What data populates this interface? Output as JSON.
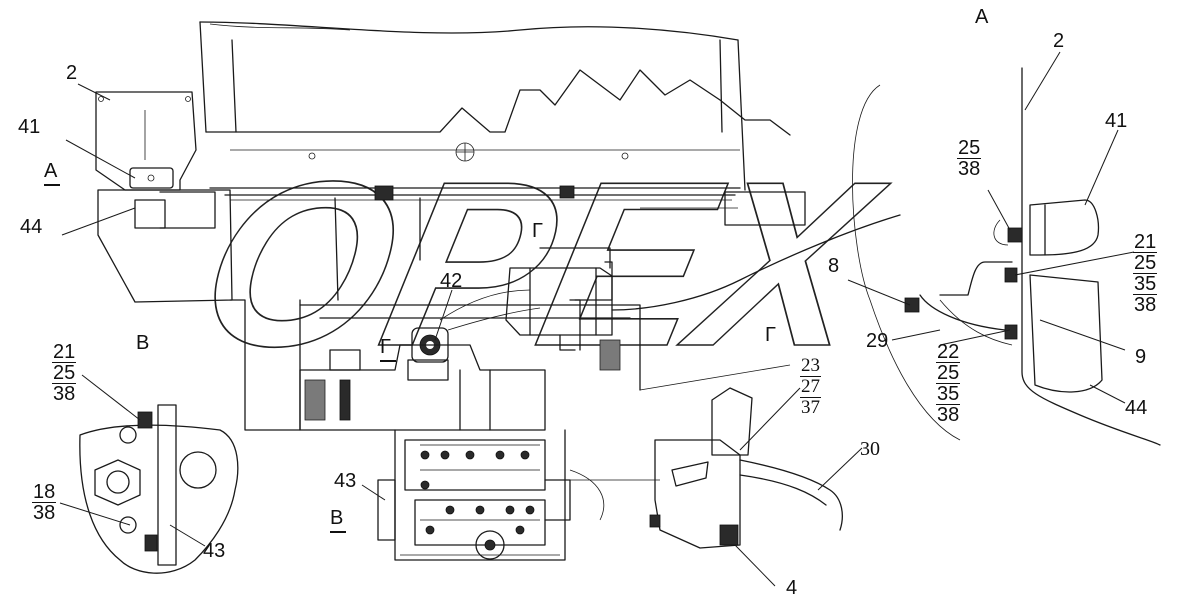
{
  "watermark": {
    "text": "OPEX"
  },
  "sections": {
    "a_top": "А",
    "a_left": "А",
    "v_left": "В",
    "v_bottom": "В",
    "g_center": "Г",
    "g_left": "Г",
    "g_right": "Г"
  },
  "labels": {
    "l2_left": "2",
    "l41_left": "41",
    "l44_left": "44",
    "l42": "42",
    "l43_center": "43",
    "l43_left": "43",
    "l2_right": "2",
    "l41_right": "41",
    "l8": "8",
    "l29": "29",
    "l9": "9",
    "l44_right": "44",
    "l30": "30",
    "l4": "4"
  },
  "stacks": {
    "s21_left": [
      "21",
      "25",
      "38"
    ],
    "s18_left": [
      "18",
      "38"
    ],
    "s25_right": [
      "25",
      "38"
    ],
    "s21_right": [
      "21",
      "25",
      "35",
      "38"
    ],
    "s22_right": [
      "22",
      "25",
      "35",
      "38"
    ],
    "s23_center": [
      "23",
      "27",
      "37"
    ]
  }
}
